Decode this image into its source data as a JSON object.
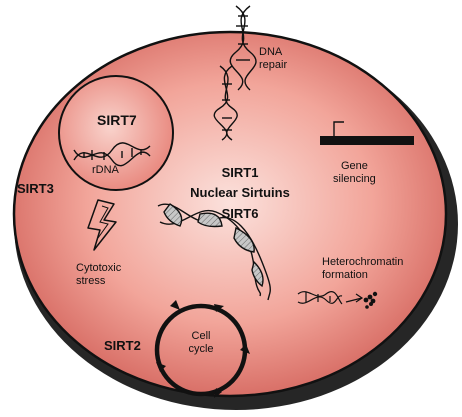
{
  "organelles": {
    "nucleolus": {
      "sirtuin": "SIRT7",
      "dna_label": "rDNA"
    },
    "nucleus_center": {
      "sirt1": "SIRT1",
      "title": "Nuclear Sirtuins",
      "sirt6": "SIRT6"
    },
    "cytoplasm": {
      "sirt3": "SIRT3",
      "sirt2": "SIRT2"
    }
  },
  "processes": {
    "dna_repair": [
      "DNA",
      "repair"
    ],
    "gene_silencing": [
      "Gene",
      "silencing"
    ],
    "heterochromatin": [
      "Heterochromatin",
      "formation"
    ],
    "cytotoxic_stress": [
      "Cytotoxic",
      "stress"
    ],
    "cell_cycle": [
      "Cell",
      "cycle"
    ]
  },
  "icons": [
    "dna-helix-icon",
    "lightning-bolt-icon",
    "gene-promoter-icon",
    "cell-cycle-icon",
    "condensation-arrow-icon"
  ],
  "colors": {
    "cell_center": "#fbe1dc",
    "cell_mid": "#f2a59a",
    "cell_edge": "#d66a62",
    "outline": "#111111",
    "dna_fill": "#b7b7b7"
  }
}
